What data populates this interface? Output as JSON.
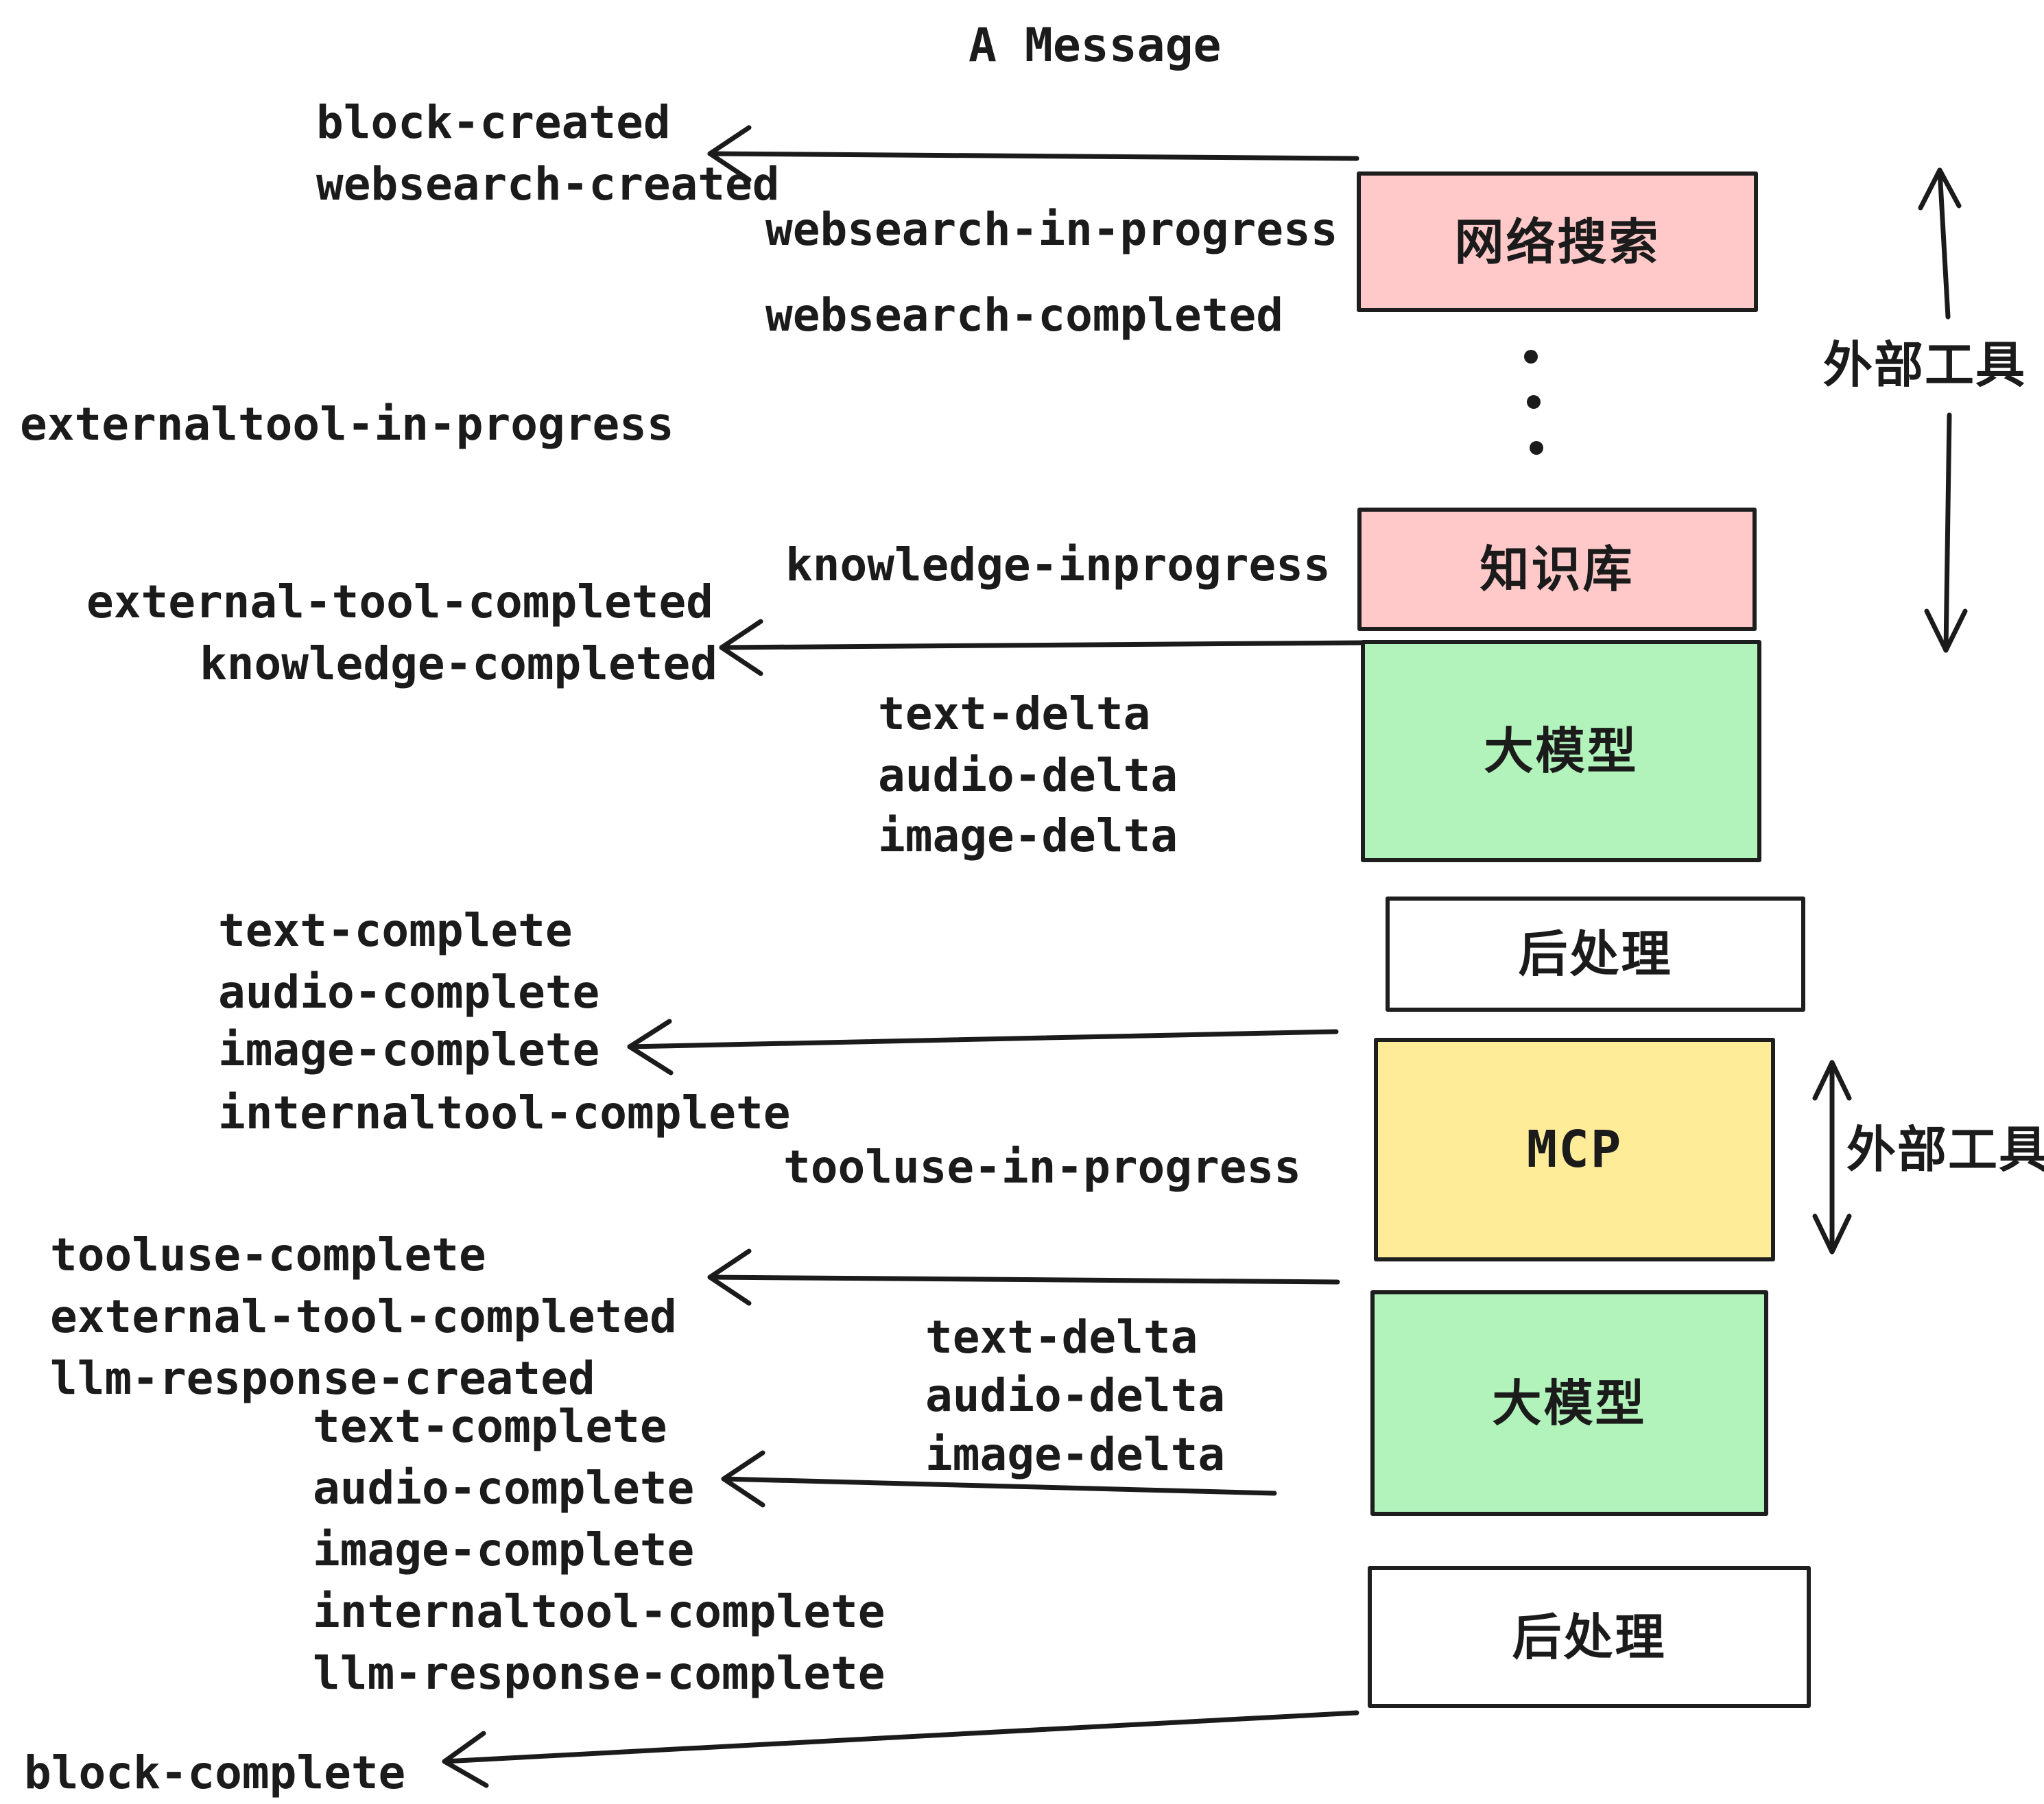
{
  "title": "A Message",
  "labels": [
    {
      "id": "block-created",
      "text": "block-created"
    },
    {
      "id": "websearch-created",
      "text": "websearch-created"
    },
    {
      "id": "websearch-in-progress",
      "text": "websearch-in-progress"
    },
    {
      "id": "websearch-completed",
      "text": "websearch-completed"
    },
    {
      "id": "externaltool-in-progress",
      "text": "externaltool-in-progress"
    },
    {
      "id": "knowledge-inprogress",
      "text": "knowledge-inprogress"
    },
    {
      "id": "external-tool-completed",
      "text": "external-tool-completed"
    },
    {
      "id": "knowledge-completed",
      "text": "knowledge-completed"
    },
    {
      "id": "text-delta-1",
      "text": "text-delta"
    },
    {
      "id": "audio-delta-1",
      "text": "audio-delta"
    },
    {
      "id": "image-delta-1",
      "text": "image-delta"
    },
    {
      "id": "text-complete-1",
      "text": "text-complete"
    },
    {
      "id": "audio-complete-1",
      "text": "audio-complete"
    },
    {
      "id": "image-complete-1",
      "text": "image-complete"
    },
    {
      "id": "internaltool-complete-1",
      "text": "internaltool-complete"
    },
    {
      "id": "tooluse-in-progress",
      "text": "tooluse-in-progress"
    },
    {
      "id": "tooluse-complete",
      "text": "tooluse-complete"
    },
    {
      "id": "external-tool-completed-2",
      "text": "external-tool-completed"
    },
    {
      "id": "llm-response-created",
      "text": "llm-response-created"
    },
    {
      "id": "text-delta-2",
      "text": "text-delta"
    },
    {
      "id": "audio-delta-2",
      "text": "audio-delta"
    },
    {
      "id": "image-delta-2",
      "text": "image-delta"
    },
    {
      "id": "text-complete-2",
      "text": "text-complete"
    },
    {
      "id": "audio-complete-2",
      "text": "audio-complete"
    },
    {
      "id": "image-complete-2",
      "text": "image-complete"
    },
    {
      "id": "internaltool-complete-2",
      "text": "internaltool-complete"
    },
    {
      "id": "llm-response-complete",
      "text": "llm-response-complete"
    },
    {
      "id": "block-complete",
      "text": "block-complete"
    }
  ],
  "boxes": [
    {
      "id": "web-search",
      "label": "网络搜索",
      "fill": "#ffc9c9"
    },
    {
      "id": "knowledge-base",
      "label": "知识库",
      "fill": "#ffc9c9"
    },
    {
      "id": "llm-1",
      "label": "大模型",
      "fill": "#b2f2bb"
    },
    {
      "id": "post-process-1",
      "label": "后处理",
      "fill": "#ffffff"
    },
    {
      "id": "mcp",
      "label": "MCP",
      "fill": "#ffec99"
    },
    {
      "id": "llm-2",
      "label": "大模型",
      "fill": "#b2f2bb"
    },
    {
      "id": "post-process-2",
      "label": "后处理",
      "fill": "#ffffff"
    }
  ],
  "annotations": {
    "external_tools_top": "外部工具",
    "external_tools_mcp": "外部工具"
  },
  "decorations": {
    "vertical_ellipsis_dots": 3
  },
  "colors": {
    "background": "#ffffff",
    "text": "#1b1b1b",
    "stroke": "#1e1e1e",
    "box_pink": "#ffc9c9",
    "box_green": "#b2f2bb",
    "box_yellow": "#ffec99",
    "box_white": "#ffffff"
  }
}
